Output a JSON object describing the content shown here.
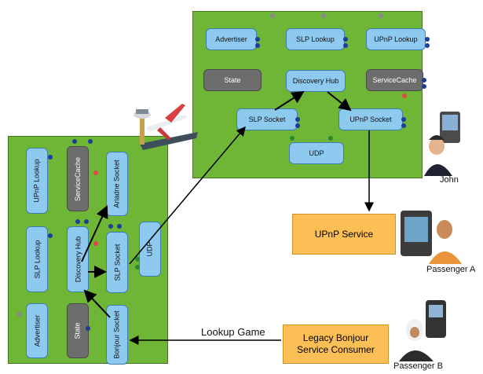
{
  "right_panel": {
    "components": {
      "advertiser": "Advertiser",
      "slp_lookup": "SLP Lookup",
      "upnp_lookup": "UPnP Lookup",
      "state": "State",
      "discovery_hub": "Discovery Hub",
      "service_cache": "ServiceCache",
      "slp_socket": "SLP Socket",
      "upnp_socket": "UPnP Socket",
      "udp": "UDP"
    }
  },
  "left_panel": {
    "components": {
      "upnp_lookup": "UPnP Lookup",
      "service_cache": "ServiceCache",
      "ariadne_socket": "Ariadne Socket",
      "slp_lookup": "SLP Lookup",
      "discovery_hub": "Discovery Hub",
      "slp_socket": "SLP Socket",
      "udp": "UDP",
      "advertiser": "Advertiser",
      "state": "State",
      "bonjour_socket": "Bonjour Socket"
    }
  },
  "services": {
    "upnp_service": "UPnP Service",
    "legacy_bonjour": "Legacy Bonjour Service Consumer"
  },
  "labels": {
    "lookup_game": "Lookup Game",
    "john": "John",
    "passenger_a": "Passenger A",
    "passenger_b": "Passenger B"
  }
}
